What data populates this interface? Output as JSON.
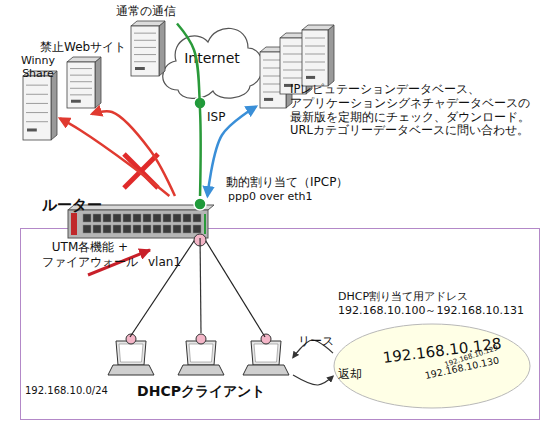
{
  "diagram": {
    "nodes": [
      {
        "text": [
          "Internet"
        ]
      },
      {
        "text": [
          "通常の通信"
        ]
      },
      {
        "text": [
          "IPレピュテーションデータベース、 アプリケーションシグネチャデータベースの 最新版を定期的にチェック、ダウンロード。 URLカテゴリーデータベースに問い合わせ。"
        ]
      },
      {
        "text": [
          "禁止Webサイト"
        ]
      },
      {
        "text": [
          "Winny Share"
        ]
      },
      {
        "text": [
          "ルーター"
        ]
      },
      {
        "text": [
          "192.168.10.0/24"
        ]
      },
      {
        "text": [
          "DHCPクライアント"
        ],
        "in": 6
      },
      {
        "text": [
          "192.168.10.128",
          "192.168.10.129",
          "192.168.10.130"
        ],
        "in": 6
      }
    ],
    "edges": [
      {
        "from": 5,
        "to": 3,
        "arrow": "to"
      },
      {
        "from": 5,
        "to": 4,
        "arrow": "to"
      },
      {
        "from": 5,
        "to": 1,
        "arrow": "none"
      },
      {
        "from": 2,
        "to": 5,
        "arrow": "both"
      },
      {
        "from": 5,
        "to": 7,
        "arrow": "none"
      },
      {
        "from": 8,
        "to": 7,
        "label": "リース",
        "arrow": "to"
      },
      {
        "from": 7,
        "to": 8,
        "label": "返却",
        "arrow": "to"
      }
    ],
    "labels": [
      "ISP",
      "動的割り当て（IPCP）",
      "ppp0 over eth1",
      "UTM各機能 + ファイアウォール",
      "vlan1",
      "DHCP割り当て用アドレス 192.168.10.100～192.168.10.131"
    ]
  }
}
